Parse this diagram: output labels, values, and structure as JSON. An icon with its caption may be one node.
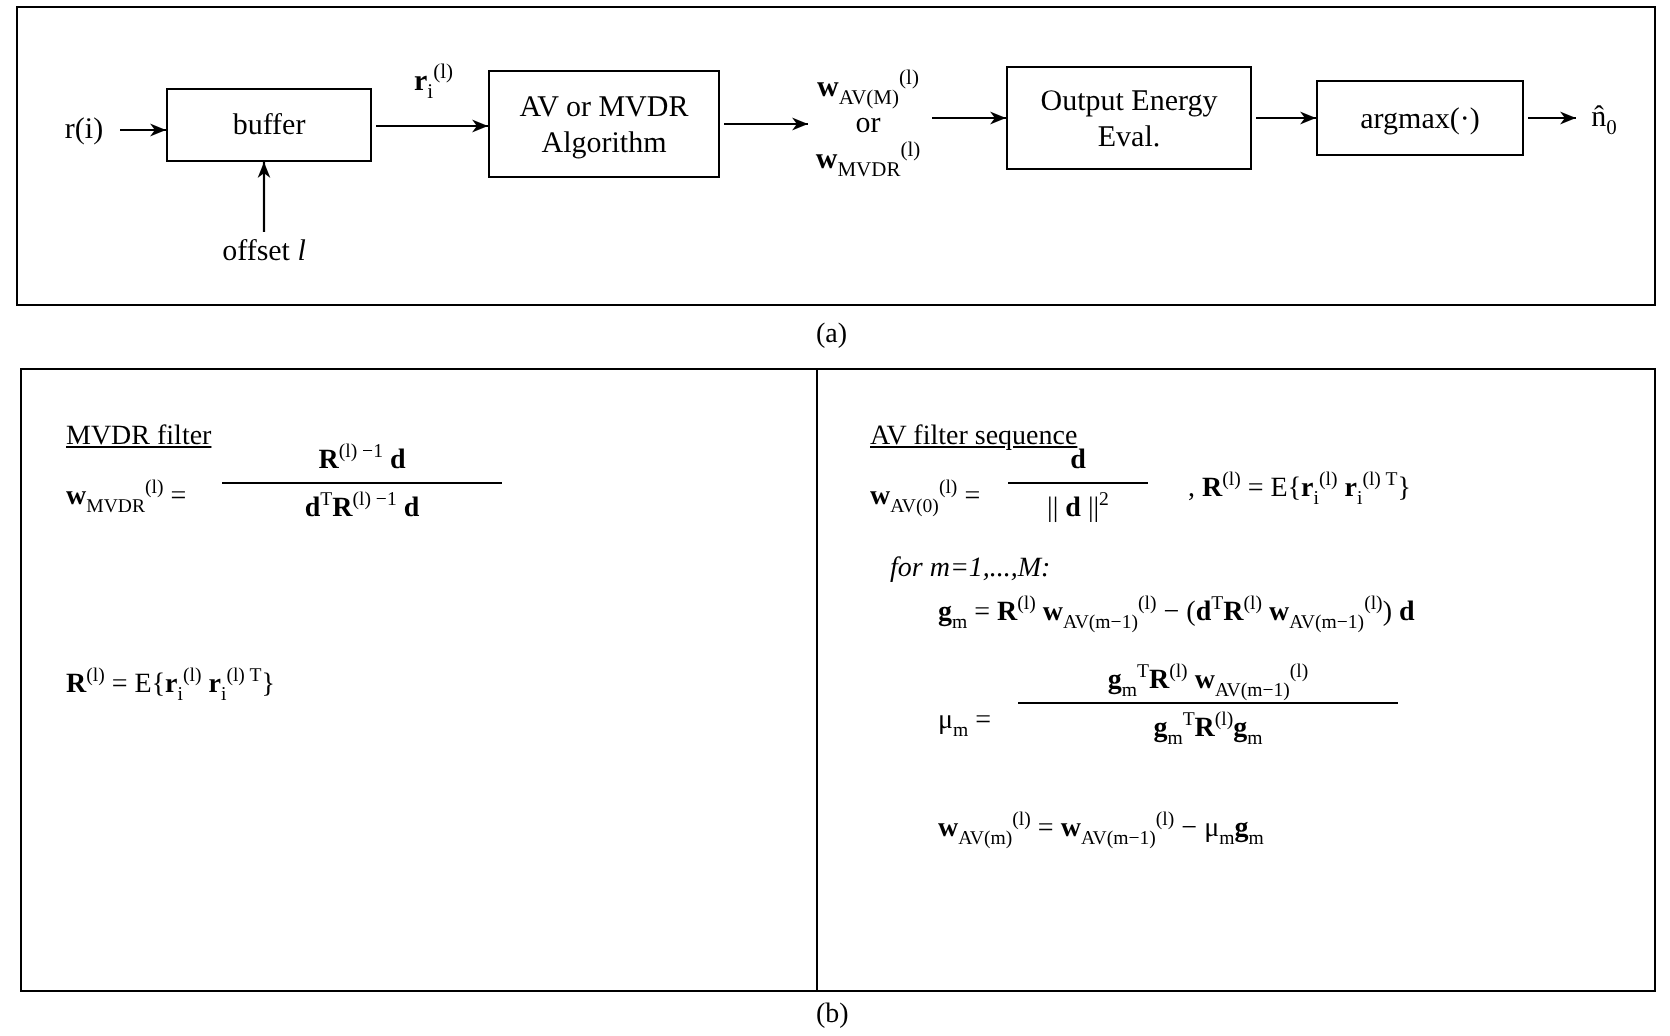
{
  "diagram": {
    "nodes": [
      {
        "text": [
          "r(i)"
        ]
      },
      {
        "text": [
          "buffer"
        ]
      },
      {
        "text": [
          "offset *l*"
        ]
      },
      {
        "text": [
          "AV or MVDR Algorithm"
        ]
      },
      {
        "text": [
          "**w**$_{AV(M)}$$^{(l)}$ or **w**$_{MVDR}$$^{(l)}$"
        ]
      },
      {
        "text": [
          "Output Energy Eval."
        ]
      },
      {
        "text": [
          "argmax(·)"
        ]
      },
      {
        "text": [
          "n̂$_{0}$"
        ]
      },
      {
        "text": [
          "MVDR filter",
          "**w**$_{MVDR}$$^{(l)}$ =",
          "**R**$^{(l) −1}$ **d**",
          "**d**$^{T}$**R**$^{(l) −1}$ **d**",
          "**R**$^{(l)}$ = E{**r**$_{i}$$^{(l)}$ **r**$_{i}$$^{(l) T}$}"
        ]
      },
      {
        "text": [
          "AV filter sequence",
          "**w**$_{AV(0)}$$^{(l)}$ =",
          "**d**",
          "|| **d** ||$^{2}$",
          ", **R**$^{(l)}$ = E{**r**$_{i}$$^{(l)}$ **r**$_{i}$$^{(l) T}$}",
          "for m=1,...,M:",
          "**g**$_{m}$ = **R**$^{(l)}$ **w**$_{AV(m−1)}$$^{(l)}$ − (**d**$^{T}$**R**$^{(l)}$ **w**$_{AV(m−1)}$$^{(l)}$) **d**",
          "μ$_{m}$ =",
          "**g**$_{m}$$^{T}$**R**$^{(l)}$ **w**$_{AV(m−1)}$$^{(l)}$",
          "**g**$_{m}$$^{T}$**R**$^{(l)}$**g**$_{m}$",
          "**w**$_{AV(m)}$$^{(l)}$ = **w**$_{AV(m−1)}$$^{(l)}$ − μ$_{m}$**g**$_{m}$"
        ]
      }
    ],
    "edges": [
      {
        "from": 0,
        "to": 1,
        "arrow": "to"
      },
      {
        "from": 2,
        "to": 1,
        "arrow": "to"
      },
      {
        "from": 1,
        "to": 3,
        "arrow": "to",
        "label": "**r**$_{i}$$^{(l)}$"
      },
      {
        "from": 3,
        "to": 4,
        "arrow": "to"
      },
      {
        "from": 4,
        "to": 5,
        "arrow": "to"
      },
      {
        "from": 5,
        "to": 6,
        "arrow": "to"
      },
      {
        "from": 6,
        "to": 7,
        "arrow": "to"
      }
    ],
    "labels": [
      "(a)",
      "(b)"
    ]
  }
}
